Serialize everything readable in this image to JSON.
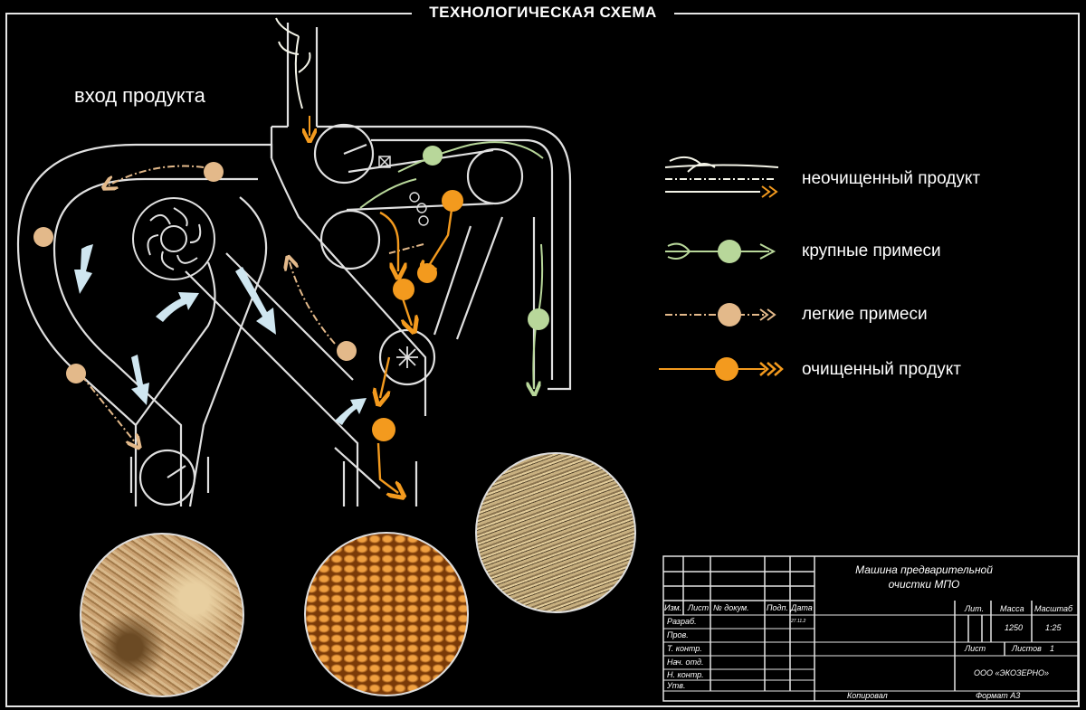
{
  "header": {
    "title": "ТЕХНОЛОГИЧЕСКАЯ СХЕМА"
  },
  "diagram": {
    "entry_label": "вход продукта"
  },
  "legend": {
    "items": [
      {
        "label": "неочищенный продукт",
        "color": "#ffffff",
        "icon": "wheat-arrow-icon"
      },
      {
        "label": "крупные примеси",
        "color": "#b8d79a",
        "icon": "green-circle-icon"
      },
      {
        "label": "легкие примеси",
        "color": "#e3b98a",
        "icon": "beige-circle-icon"
      },
      {
        "label": "очищенный продукт",
        "color": "#f39a1e",
        "icon": "orange-circle-icon"
      }
    ]
  },
  "photos": {
    "items": [
      {
        "name": "light-impurities-photo",
        "icon": "dust-texture"
      },
      {
        "name": "clean-grain-photo",
        "icon": "grain-texture"
      },
      {
        "name": "large-impurities-photo",
        "icon": "straw-texture"
      }
    ]
  },
  "title_block": {
    "machine_name_line1": "Машина предварительной",
    "machine_name_line2": "очистки МПО",
    "headers": {
      "izm": "Изм.",
      "list": "Лист",
      "doc": "№ докум.",
      "sign": "Подп.",
      "date": "Дата",
      "lit": "Лит.",
      "mass": "Масса",
      "scale": "Масштаб"
    },
    "rows": {
      "razrab": "Разраб.",
      "prov": "Пров.",
      "tkontr": "Т. контр.",
      "nachotd": "Нач. отд.",
      "nkontr": "Н. контр.",
      "utv": "Утв."
    },
    "mass_value": "1250",
    "scale_value": "1:25",
    "sheet_label": "Лист",
    "sheets_label": "Листов",
    "sheets_value": "1",
    "company": "ООО «ЭКОЗЕРНО»",
    "copied": "Копировал",
    "format": "Формат А3",
    "tiny_date": "27.11.2"
  }
}
